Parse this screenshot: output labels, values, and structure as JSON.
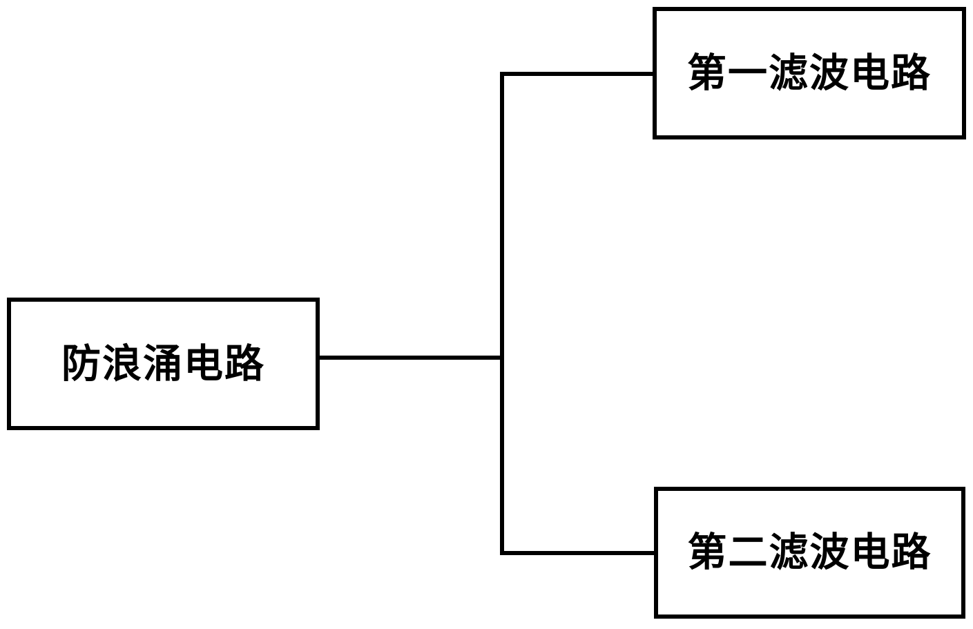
{
  "diagram": {
    "type": "block-diagram",
    "background_color": "#ffffff",
    "line_color": "#000000",
    "box_border_color": "#000000",
    "text_color": "#000000",
    "nodes": [
      {
        "id": "surge-protection-circuit",
        "label": "防浪涌电路"
      },
      {
        "id": "first-filter-circuit",
        "label": "第一滤波电路"
      },
      {
        "id": "second-filter-circuit",
        "label": "第二滤波电路"
      }
    ],
    "connections": [
      {
        "from": "surge-protection-circuit",
        "to": "first-filter-circuit",
        "style": "orthogonal"
      },
      {
        "from": "surge-protection-circuit",
        "to": "second-filter-circuit",
        "style": "orthogonal"
      }
    ]
  }
}
